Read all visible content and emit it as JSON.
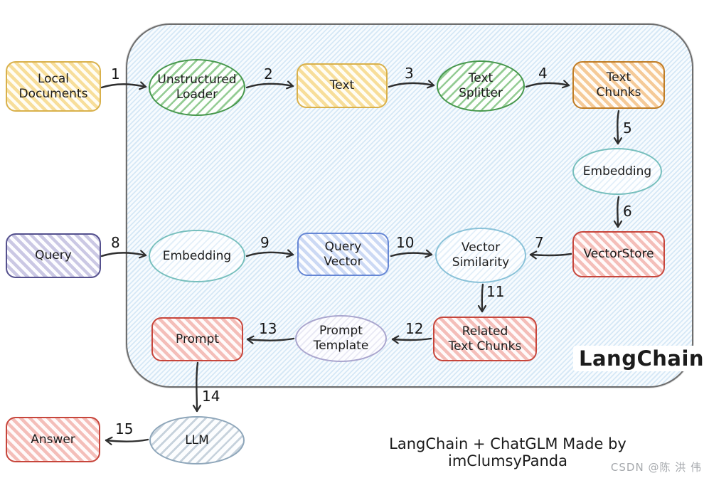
{
  "diagram": {
    "framework_label": "LangChain",
    "caption": "LangChain + ChatGLM Made by imClumsyPanda",
    "watermark": "CSDN @陈 洪 伟",
    "nodes": [
      {
        "id": "local-documents",
        "label": "Local\nDocuments",
        "shape": "rect",
        "color": "yellow"
      },
      {
        "id": "unstructured-loader",
        "label": "Unstructured\nLoader",
        "shape": "ellipse",
        "color": "green"
      },
      {
        "id": "text",
        "label": "Text",
        "shape": "rect",
        "color": "yellow"
      },
      {
        "id": "text-splitter",
        "label": "Text\nSplitter",
        "shape": "ellipse",
        "color": "green"
      },
      {
        "id": "text-chunks",
        "label": "Text\nChunks",
        "shape": "rect",
        "color": "orange"
      },
      {
        "id": "embedding-store",
        "label": "Embedding",
        "shape": "ellipse",
        "color": "teal"
      },
      {
        "id": "vectorstore",
        "label": "VectorStore",
        "shape": "rect",
        "color": "red"
      },
      {
        "id": "query",
        "label": "Query",
        "shape": "rect",
        "color": "purple"
      },
      {
        "id": "embedding-query",
        "label": "Embedding",
        "shape": "ellipse",
        "color": "teal"
      },
      {
        "id": "query-vector",
        "label": "Query\nVector",
        "shape": "rect",
        "color": "blue"
      },
      {
        "id": "vector-similarity",
        "label": "Vector\nSimilarity",
        "shape": "ellipse",
        "color": "lightblue"
      },
      {
        "id": "prompt",
        "label": "Prompt",
        "shape": "rect",
        "color": "red"
      },
      {
        "id": "prompt-template",
        "label": "Prompt\nTemplate",
        "shape": "ellipse",
        "color": "lavender"
      },
      {
        "id": "related-text-chunks",
        "label": "Related\nText Chunks",
        "shape": "rect",
        "color": "red"
      },
      {
        "id": "answer",
        "label": "Answer",
        "shape": "rect",
        "color": "red"
      },
      {
        "id": "llm",
        "label": "LLM",
        "shape": "ellipse",
        "color": "slate"
      }
    ],
    "arrows": [
      {
        "label": "1",
        "from": "local-documents",
        "to": "unstructured-loader"
      },
      {
        "label": "2",
        "from": "unstructured-loader",
        "to": "text"
      },
      {
        "label": "3",
        "from": "text",
        "to": "text-splitter"
      },
      {
        "label": "4",
        "from": "text-splitter",
        "to": "text-chunks"
      },
      {
        "label": "5",
        "from": "text-chunks",
        "to": "embedding-store"
      },
      {
        "label": "6",
        "from": "embedding-store",
        "to": "vectorstore"
      },
      {
        "label": "7",
        "from": "vectorstore",
        "to": "vector-similarity"
      },
      {
        "label": "8",
        "from": "query",
        "to": "embedding-query"
      },
      {
        "label": "9",
        "from": "embedding-query",
        "to": "query-vector"
      },
      {
        "label": "10",
        "from": "query-vector",
        "to": "vector-similarity"
      },
      {
        "label": "11",
        "from": "vector-similarity",
        "to": "related-text-chunks"
      },
      {
        "label": "12",
        "from": "related-text-chunks",
        "to": "prompt-template"
      },
      {
        "label": "13",
        "from": "prompt-template",
        "to": "prompt"
      },
      {
        "label": "14",
        "from": "prompt",
        "to": "llm"
      },
      {
        "label": "15",
        "from": "llm",
        "to": "answer"
      }
    ],
    "palette": {
      "container_fill": "#f7fbfe",
      "container_hatch": "#bad8f0",
      "container_border": "#6e6e6e",
      "arrow": "#2e2e2e",
      "yellow": "#d9b14c",
      "orange": "#c07d26",
      "green": "#47984d",
      "teal": "#77bfbd",
      "red": "#c7463c",
      "purple": "#55518e",
      "blue": "#6687d5",
      "lightblue": "#8ac2d8",
      "lavender": "#aaa6ce",
      "slate": "#8ea6ba",
      "watermark_gray": "#a6a9ad"
    }
  }
}
